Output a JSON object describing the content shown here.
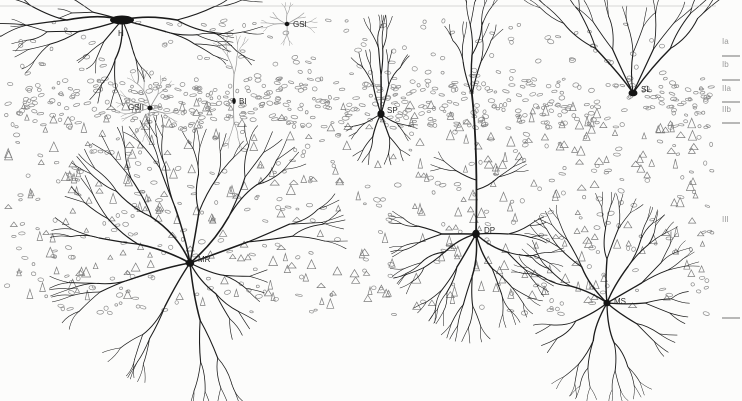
{
  "figure": {
    "background": "#fcfcfb",
    "ink": "#1c1c1c",
    "cells": [
      {
        "id": "H",
        "label": "H"
      },
      {
        "id": "GSI",
        "label": "GSI"
      },
      {
        "id": "GSII",
        "label": "GSII"
      },
      {
        "id": "BI",
        "label": "BI"
      },
      {
        "id": "SP",
        "label": "SP"
      },
      {
        "id": "SL",
        "label": "SL"
      },
      {
        "id": "DP",
        "label": "DP"
      },
      {
        "id": "MR",
        "label": "MR"
      },
      {
        "id": "MS",
        "label": "MS"
      }
    ],
    "layers": [
      {
        "id": "Ia",
        "label": "Ia"
      },
      {
        "id": "Ib",
        "label": "Ib"
      },
      {
        "id": "IIa",
        "label": "IIa"
      },
      {
        "id": "IIb",
        "label": "IIb"
      },
      {
        "id": "III",
        "label": "III"
      }
    ]
  }
}
